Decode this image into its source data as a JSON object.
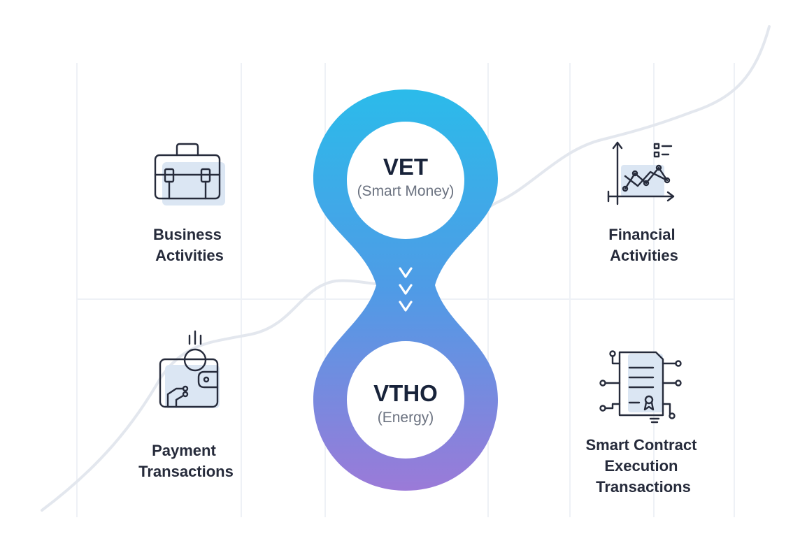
{
  "colors": {
    "ring_top": "#2bbbea",
    "ring_middle": "#4f9be6",
    "ring_bottom": "#9b7ad8",
    "text_dark": "#262b3b",
    "text_sub": "#6b7280",
    "grid": "#eef1f6",
    "trend_line": "#e3e7ee",
    "icon_shadow": "#dbe6f3"
  },
  "tokens": {
    "vet": {
      "name": "VET",
      "subtitle": "(Smart Money)"
    },
    "vtho": {
      "name": "VTHO",
      "subtitle": "(Energy)"
    }
  },
  "activities": {
    "business": {
      "icon": "briefcase-icon",
      "lines": [
        "Business",
        "Activities"
      ]
    },
    "financial": {
      "icon": "line-chart-icon",
      "lines": [
        "Financial",
        "Activities"
      ]
    },
    "payment": {
      "icon": "wallet-coin-icon",
      "lines": [
        "Payment",
        "Transactions"
      ]
    },
    "smart_contract": {
      "icon": "contract-circuit-icon",
      "lines": [
        "Smart Contract",
        "Execution",
        "Transactions"
      ]
    }
  }
}
